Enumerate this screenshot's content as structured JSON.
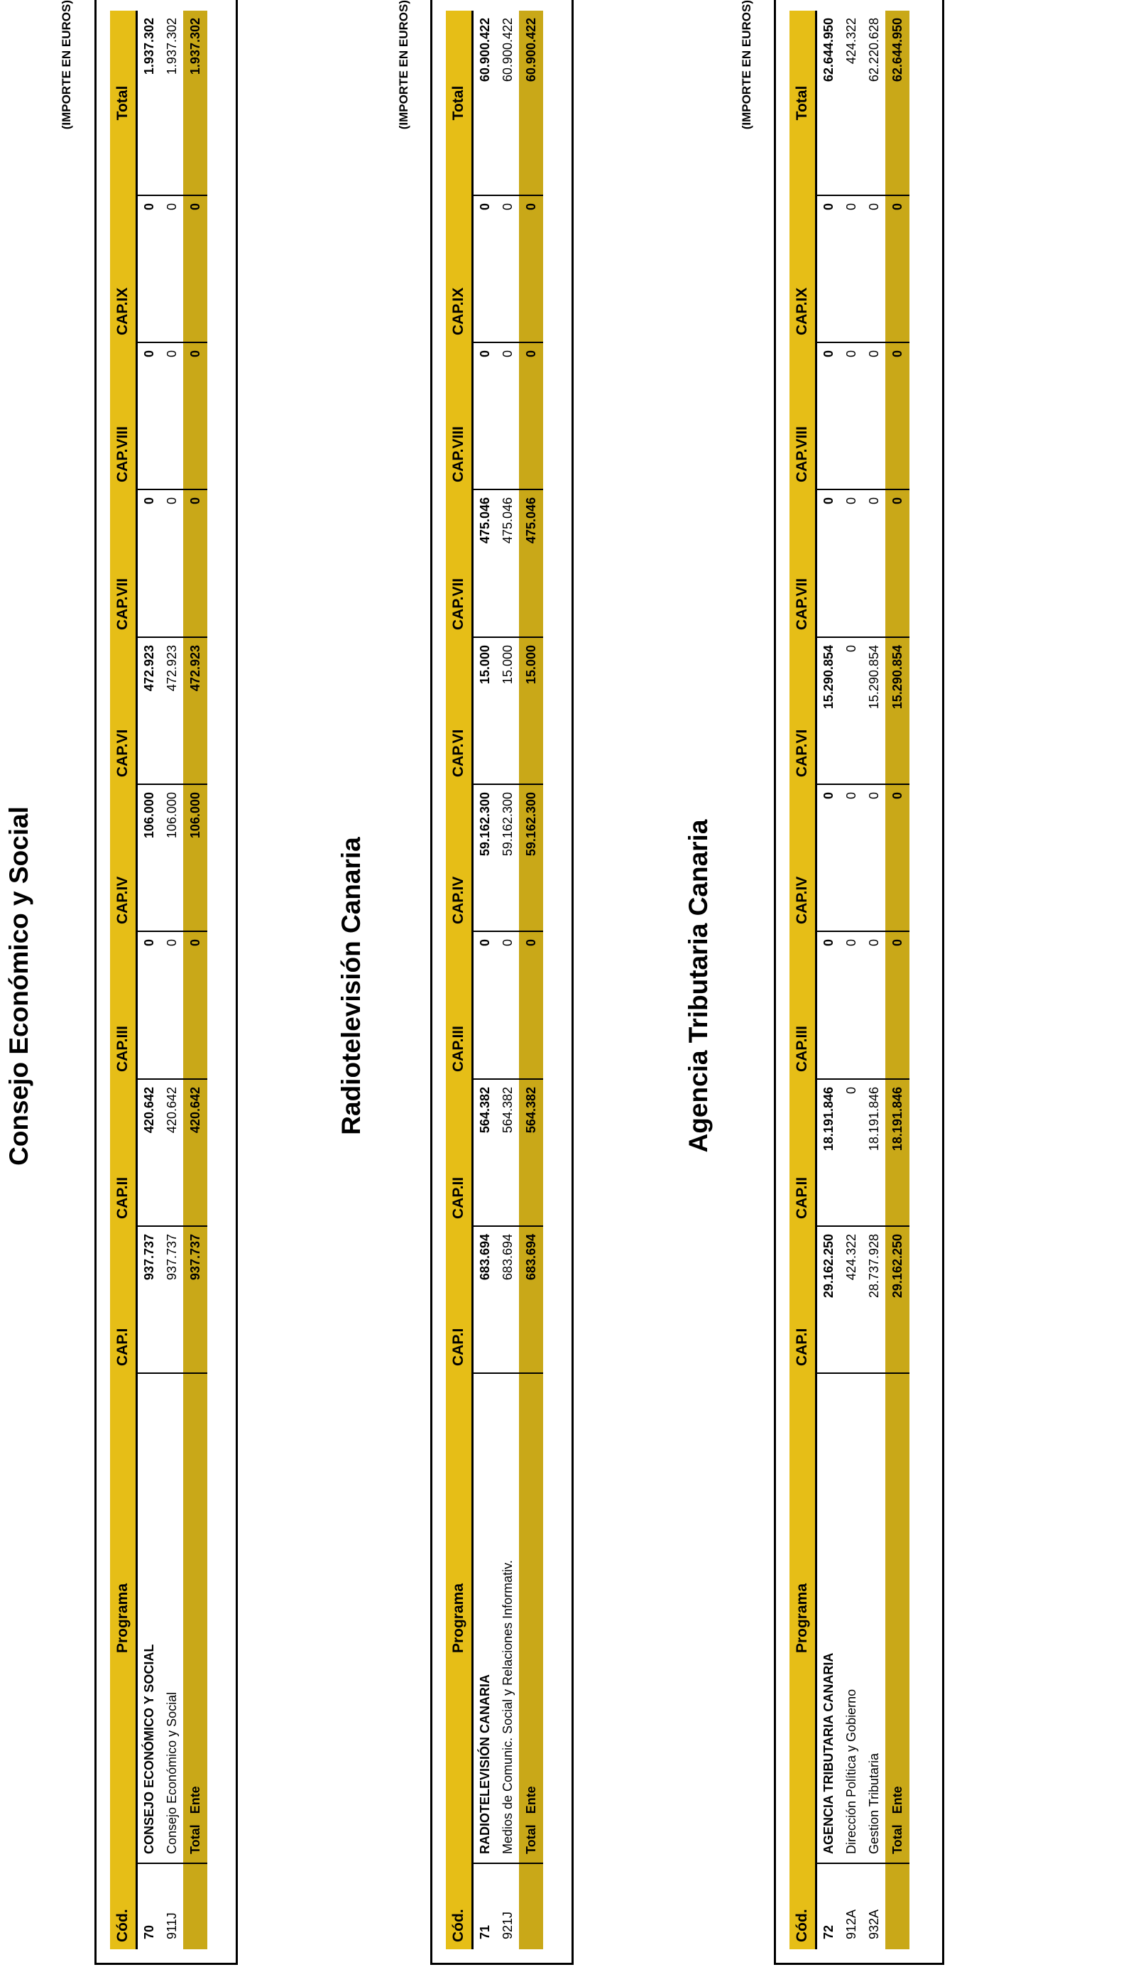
{
  "units_label": "(IMPORTE EN EUROS)",
  "columns": [
    "Cód.",
    "Programa",
    "CAP.I",
    "CAP.II",
    "CAP.III",
    "CAP.IV",
    "CAP.VI",
    "CAP.VII",
    "CAP.VIII",
    "CAP.IX",
    "Total"
  ],
  "sections": [
    {
      "title": "Consejo Económico y Social",
      "rows": [
        {
          "code": "70",
          "name": "CONSEJO ECONÓMICO Y SOCIAL",
          "values": [
            "937.737",
            "420.642",
            "0",
            "106.000",
            "472.923",
            "0",
            "0",
            "0",
            "1.937.302"
          ],
          "bold": true
        },
        {
          "code": "911J",
          "name": "Consejo Económico y Social",
          "values": [
            "937.737",
            "420.642",
            "0",
            "106.000",
            "472.923",
            "0",
            "0",
            "0",
            "1.937.302"
          ],
          "bold": false
        }
      ],
      "total": {
        "label": "Total",
        "sublabel": "Ente",
        "values": [
          "937.737",
          "420.642",
          "0",
          "106.000",
          "472.923",
          "0",
          "0",
          "0",
          "1.937.302"
        ]
      }
    },
    {
      "title": "Radiotelevisión Canaria",
      "rows": [
        {
          "code": "71",
          "name": "RADIOTELEVISIÓN CANARIA",
          "values": [
            "683.694",
            "564.382",
            "0",
            "59.162.300",
            "15.000",
            "475.046",
            "0",
            "0",
            "60.900.422"
          ],
          "bold": true
        },
        {
          "code": "921J",
          "name": "Medios de Comunic. Social y Relaciones Informativ.",
          "values": [
            "683.694",
            "564.382",
            "0",
            "59.162.300",
            "15.000",
            "475.046",
            "0",
            "0",
            "60.900.422"
          ],
          "bold": false
        }
      ],
      "total": {
        "label": "Total",
        "sublabel": "Ente",
        "values": [
          "683.694",
          "564.382",
          "0",
          "59.162.300",
          "15.000",
          "475.046",
          "0",
          "0",
          "60.900.422"
        ]
      }
    },
    {
      "title": "Agencia Tributaria Canaria",
      "rows": [
        {
          "code": "72",
          "name": "AGENCIA TRIBUTARIA CANARIA",
          "values": [
            "29.162.250",
            "18.191.846",
            "0",
            "0",
            "15.290.854",
            "0",
            "0",
            "0",
            "62.644.950"
          ],
          "bold": true
        },
        {
          "code": "912A",
          "name": "Dirección Política y Gobierno",
          "values": [
            "424.322",
            "0",
            "0",
            "0",
            "0",
            "0",
            "0",
            "0",
            "424.322"
          ],
          "bold": false
        },
        {
          "code": "932A",
          "name": "Gestion Tributaria",
          "values": [
            "28.737.928",
            "18.191.846",
            "0",
            "0",
            "15.290.854",
            "0",
            "0",
            "0",
            "62.220.628"
          ],
          "bold": false
        }
      ],
      "total": {
        "label": "Total",
        "sublabel": "Ente",
        "values": [
          "29.162.250",
          "18.191.846",
          "0",
          "0",
          "15.290.854",
          "0",
          "0",
          "0",
          "62.644.950"
        ]
      }
    }
  ]
}
